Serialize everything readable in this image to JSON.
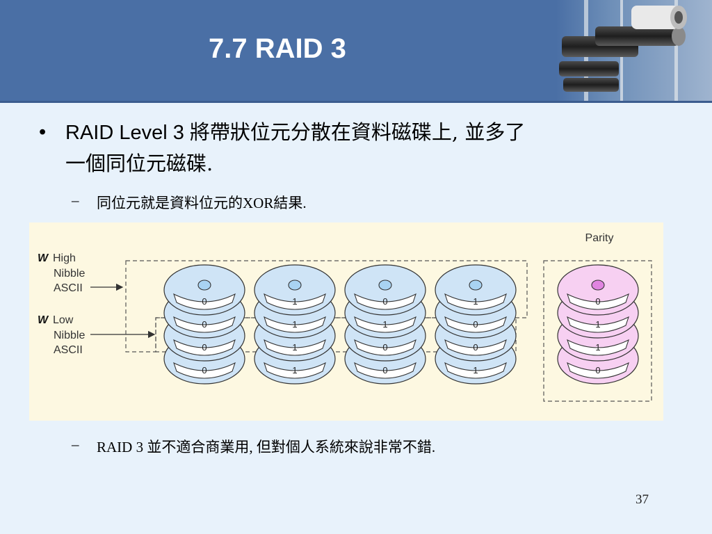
{
  "slide": {
    "title": "7.7 RAID 3",
    "page_number": "37"
  },
  "bullets": {
    "main_dot": "•",
    "main_line1_latin": "RAID Level 3 ",
    "main_line1_cn": "將帶狀位元分散在資料磁碟上, 並多了",
    "main_line2": "一個同位元磁碟.",
    "sub_dash": "–",
    "sub1": "同位元就是資料位元的XOR結果.",
    "sub2": "RAID 3 並不適合商業用, 但對個人系統來說非常不錯."
  },
  "figure": {
    "parity_label": "Parity",
    "high_label": {
      "w": "W",
      "line1": "High",
      "line2": "Nibble",
      "line3": "ASCII"
    },
    "low_label": {
      "w": "W",
      "line1": "Low",
      "line2": "Nibble",
      "line3": "ASCII"
    },
    "data_disks": [
      [
        "0",
        "0",
        "0",
        "0"
      ],
      [
        "1",
        "1",
        "1",
        "1"
      ],
      [
        "0",
        "1",
        "0",
        "0"
      ],
      [
        "1",
        "0",
        "0",
        "1"
      ]
    ],
    "parity_disk": [
      "0",
      "1",
      "1",
      "0"
    ],
    "colors": {
      "data_disk": "#cfe4f6",
      "data_hub": "#a9d3f2",
      "parity_disk": "#f7d0f2",
      "parity_hub": "#e084e0",
      "background": "#fdf8e1"
    }
  }
}
